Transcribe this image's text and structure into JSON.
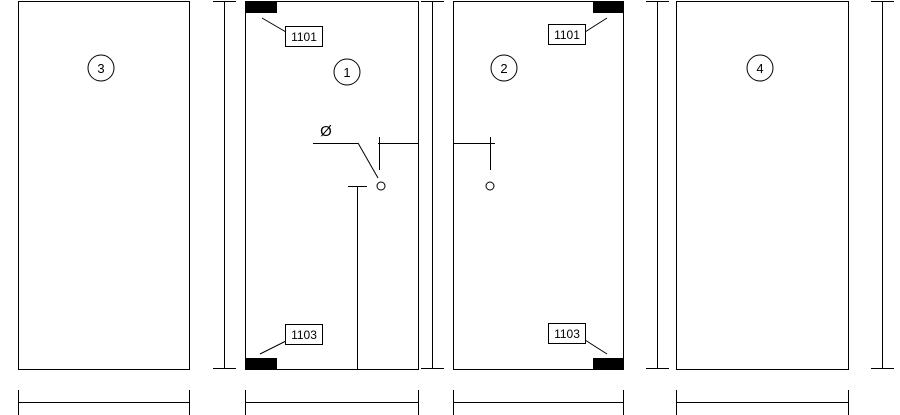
{
  "panels": [
    {
      "id": "panel-3",
      "number": "3"
    },
    {
      "id": "panel-1",
      "number": "1"
    },
    {
      "id": "panel-2",
      "number": "2"
    },
    {
      "id": "panel-4",
      "number": "4"
    }
  ],
  "tags": {
    "top_left": "1101",
    "bottom_left": "1103",
    "top_right": "1101",
    "bottom_right": "1103"
  },
  "symbols": {
    "diameter": "Ø"
  }
}
